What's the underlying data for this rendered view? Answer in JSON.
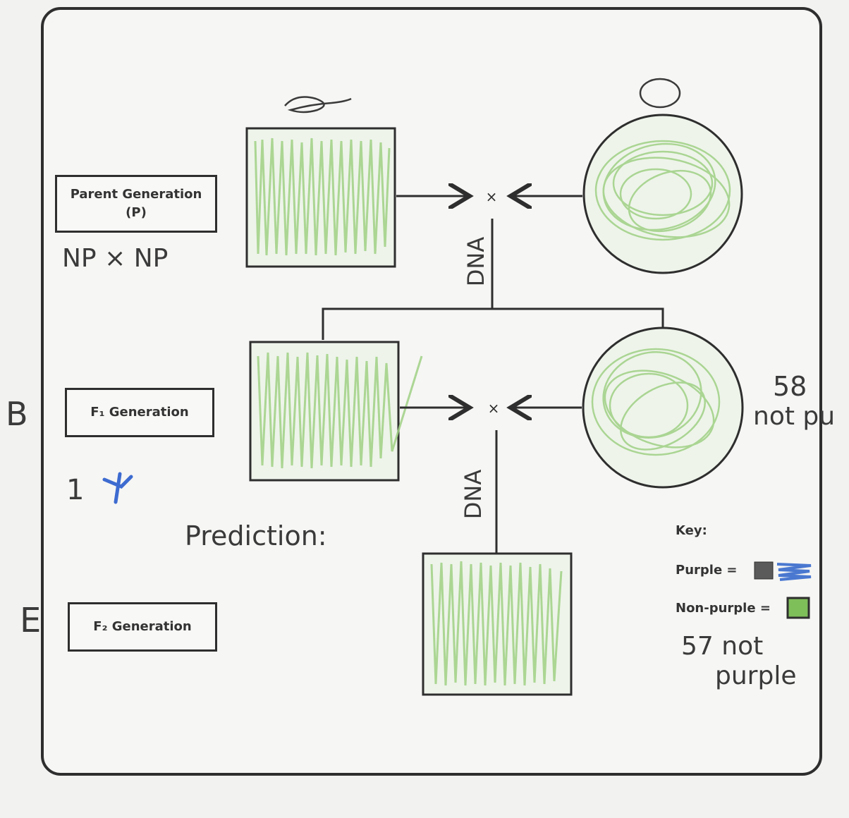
{
  "labels": {
    "parent_generation": "Parent Generation",
    "parent_symbol": "(P)",
    "f1_generation": "F₁ Generation",
    "f2_generation": "F₂ Generation"
  },
  "cross_symbol": "×",
  "key": {
    "title": "Key:",
    "purple_label": "Purple =",
    "nonpurple_label": "Non-purple =",
    "purple_color": "#5a5a5a",
    "purple_scribble_color": "#4a78d0",
    "nonpurple_color": "#7fbf5a"
  },
  "handwriting": {
    "parent_cross": "NP × NP",
    "dna_upper": "DNA",
    "dna_lower": "DNA",
    "letter_b": "B",
    "letter_e": "E",
    "count_one": "1",
    "prediction": "Prediction:",
    "count_58": "58",
    "not_pu": "not pu",
    "count_57": "57 not",
    "purple_word": "purple"
  },
  "colors": {
    "line": "#2e2e2e",
    "green_fill": "#9fd084"
  }
}
